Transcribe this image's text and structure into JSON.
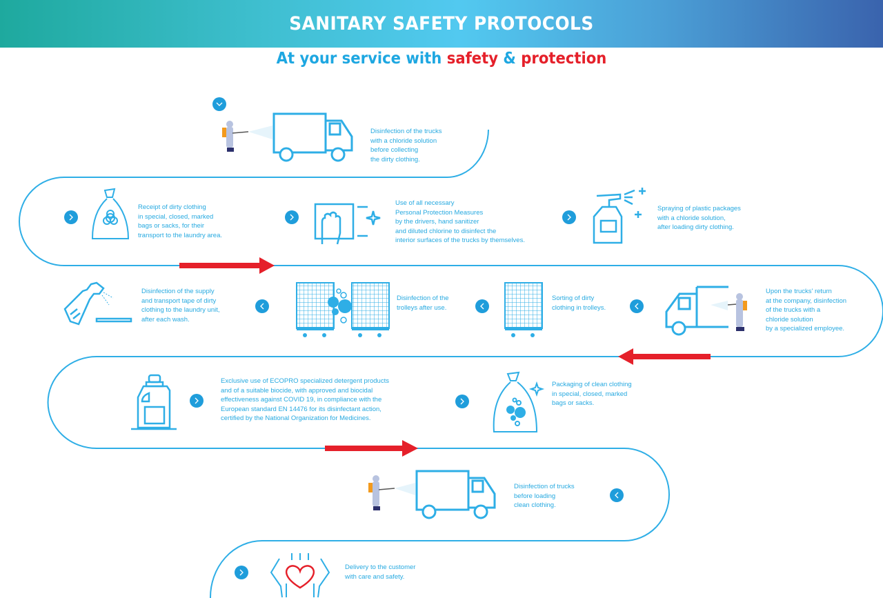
{
  "header": {
    "title": "SANITARY SAFETY PROTOCOLS",
    "subtitle_part1": "At your service with ",
    "subtitle_part2": "safety",
    "subtitle_part3": " & ",
    "subtitle_part4": "protection"
  },
  "colors": {
    "accent_blue": "#26a9e0",
    "button_blue": "#1f9ddb",
    "arrow_red": "#e5202a",
    "banner_start": "#1ea99e",
    "banner_mid": "#52c9f0",
    "banner_end": "#3a63ad"
  },
  "steps": [
    {
      "id": 1,
      "icon": "truck-spray-icon",
      "nav": "chevron-down",
      "text": "Disinfection of the trucks\nwith a chloride solution\nbefore collecting\nthe dirty clothing."
    },
    {
      "id": 2,
      "icon": "biohazard-bag-icon",
      "nav": "chevron-right",
      "text": "Receipt of dirty clothing\nin special, closed, marked\nbags or sacks, for their\ntransport to the laundry area."
    },
    {
      "id": 3,
      "icon": "glove-wipe-icon",
      "nav": "chevron-right",
      "text": "Use of all necessary\nPersonal Protection Measures\nby the drivers, hand sanitizer\nand diluted chlorine to disinfect the\ninterior surfaces of the trucks by themselves."
    },
    {
      "id": 4,
      "icon": "spray-bottle-icon",
      "nav": "chevron-right",
      "text": "Spraying of plastic packages\nwith a chloride solution,\nafter loading dirty clothing."
    },
    {
      "id": 5,
      "icon": "truck-return-spray-icon",
      "nav": "chevron-left",
      "text": "Upon the trucks' return\nat the company, disinfection\nof the trucks with a\nchloride solution\nby a specialized employee."
    },
    {
      "id": 6,
      "icon": "trolley-icon",
      "nav": "chevron-left",
      "text": "Sorting of dirty\nclothing in trolleys."
    },
    {
      "id": 7,
      "icon": "trolleys-bubbles-icon",
      "nav": "chevron-left",
      "text": "Disinfection of the\ntrolleys after use."
    },
    {
      "id": 8,
      "icon": "spray-conveyor-icon",
      "nav": "none",
      "text": "Disinfection of the supply\nand transport tape of dirty\nclothing to the laundry unit,\nafter each wash."
    },
    {
      "id": 9,
      "icon": "detergent-bottle-icon",
      "nav": "chevron-right",
      "text": "Exclusive use of ECOPRO specialized detergent products\nand of a suitable biocide, with approved and biocidal\neffectiveness against COVID 19, in compliance with the\nEuropean standard EN 14476 for its disinfectant action,\ncertified by the National Organization for Medicines."
    },
    {
      "id": 10,
      "icon": "clean-bag-icon",
      "nav": "chevron-right",
      "text": "Packaging of clean clothing\nin special, closed, marked\nbags or sacks."
    },
    {
      "id": 11,
      "icon": "truck-spray-icon",
      "nav": "chevron-left",
      "text": "Disinfection of trucks\nbefore loading\nclean clothing."
    },
    {
      "id": 12,
      "icon": "hands-heart-icon",
      "nav": "chevron-right",
      "text": "Delivery to the customer\nwith care and safety."
    }
  ]
}
